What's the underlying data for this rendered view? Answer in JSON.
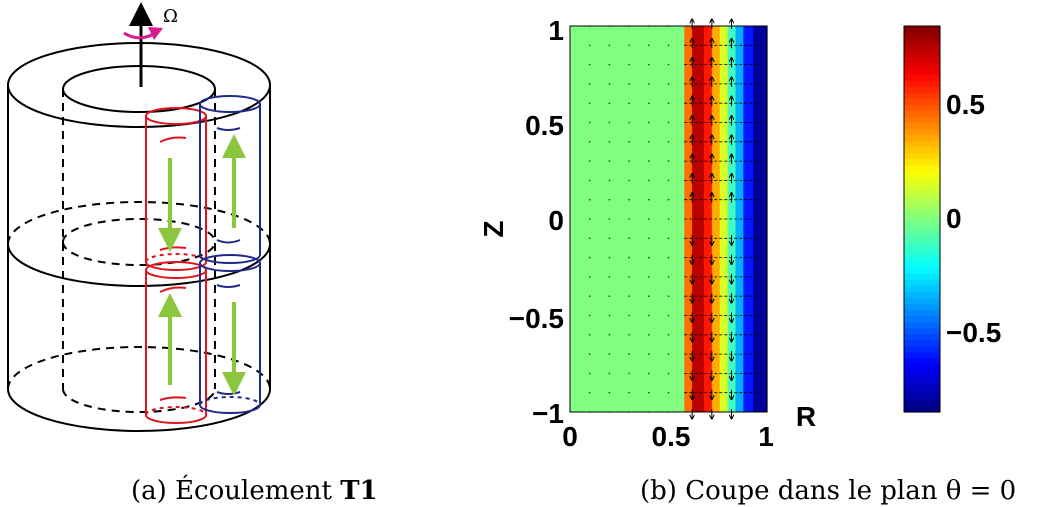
{
  "panel_a": {
    "caption_prefix": "(a) ",
    "caption_text": "Écoulement ",
    "caption_bold": "T1",
    "omega_symbol": "Ω",
    "colors": {
      "outline": "#000000",
      "red_tube": "#e0141e",
      "blue_tube": "#1f2a8a",
      "green_arrow": "#8cc63f",
      "magenta_arrow": "#d81b8f"
    }
  },
  "panel_b": {
    "caption": "(b) Coupe dans le plan θ = 0",
    "plot_ticks": {
      "y": [
        "1",
        "0.5",
        "0",
        "−0.5",
        "−1"
      ],
      "x": [
        "0",
        "0.5",
        "1"
      ]
    },
    "ylabel": "Z",
    "xlabel": "R",
    "colorbar_ticks": [
      "0.5",
      "0",
      "−0.5"
    ],
    "colormap": "jet",
    "chart_data": {
      "type": "heatmap",
      "xlabel": "R",
      "ylabel": "Z",
      "xlim": [
        0,
        1
      ],
      "ylim": [
        -1,
        1
      ],
      "colorbar_range": [
        -0.85,
        0.85
      ],
      "field_profile_by_R": [
        {
          "r_from": 0.0,
          "r_to": 0.58,
          "value": 0.0
        },
        {
          "r_from": 0.58,
          "r_to": 0.62,
          "value": 0.45
        },
        {
          "r_from": 0.62,
          "r_to": 0.68,
          "value": 0.75
        },
        {
          "r_from": 0.68,
          "r_to": 0.72,
          "value": 0.6
        },
        {
          "r_from": 0.72,
          "r_to": 0.76,
          "value": 0.35
        },
        {
          "r_from": 0.76,
          "r_to": 0.8,
          "value": 0.15
        },
        {
          "r_from": 0.8,
          "r_to": 0.84,
          "value": -0.1
        },
        {
          "r_from": 0.84,
          "r_to": 0.88,
          "value": -0.35
        },
        {
          "r_from": 0.88,
          "r_to": 0.93,
          "value": -0.6
        },
        {
          "r_from": 0.93,
          "r_to": 1.0,
          "value": -0.8
        }
      ],
      "vectors": "upward arrows for Z > 0 and downward arrows for Z < 0 in the region R ≈ 0.6–1"
    }
  }
}
